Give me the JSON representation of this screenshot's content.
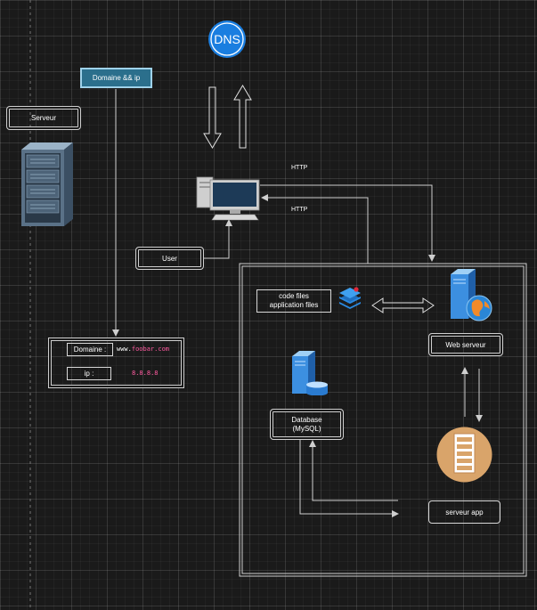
{
  "dns": {
    "label": "DNS"
  },
  "domaine_ip": {
    "label": "Domaine && ip"
  },
  "serveur": {
    "label": "Serveur"
  },
  "user": {
    "label": "User"
  },
  "http": {
    "top": "HTTP",
    "bottom": "HTTP"
  },
  "record": {
    "domaine_label": "Domaine :",
    "domaine_prefix": "www.",
    "domaine_value": "foobar.com",
    "ip_label": "ip :",
    "ip_value": "8.8.8.8"
  },
  "code_files": {
    "line1": "code files",
    "line2": "application files"
  },
  "web_serveur": {
    "label": "Web serveur"
  },
  "database": {
    "line1": "Database",
    "line2": "(MySQL)"
  },
  "serveur_app": {
    "label": "serveur app"
  },
  "colors": {
    "dns": "#1a7ee0",
    "domaine_box": "#2b6f8c",
    "domaine_border": "#9fd2ea",
    "foobar": "#ff5aa0",
    "ip": "#ff5aa0",
    "app_server_circle": "#d9a46a",
    "layers_icon": "#2a89e0"
  }
}
